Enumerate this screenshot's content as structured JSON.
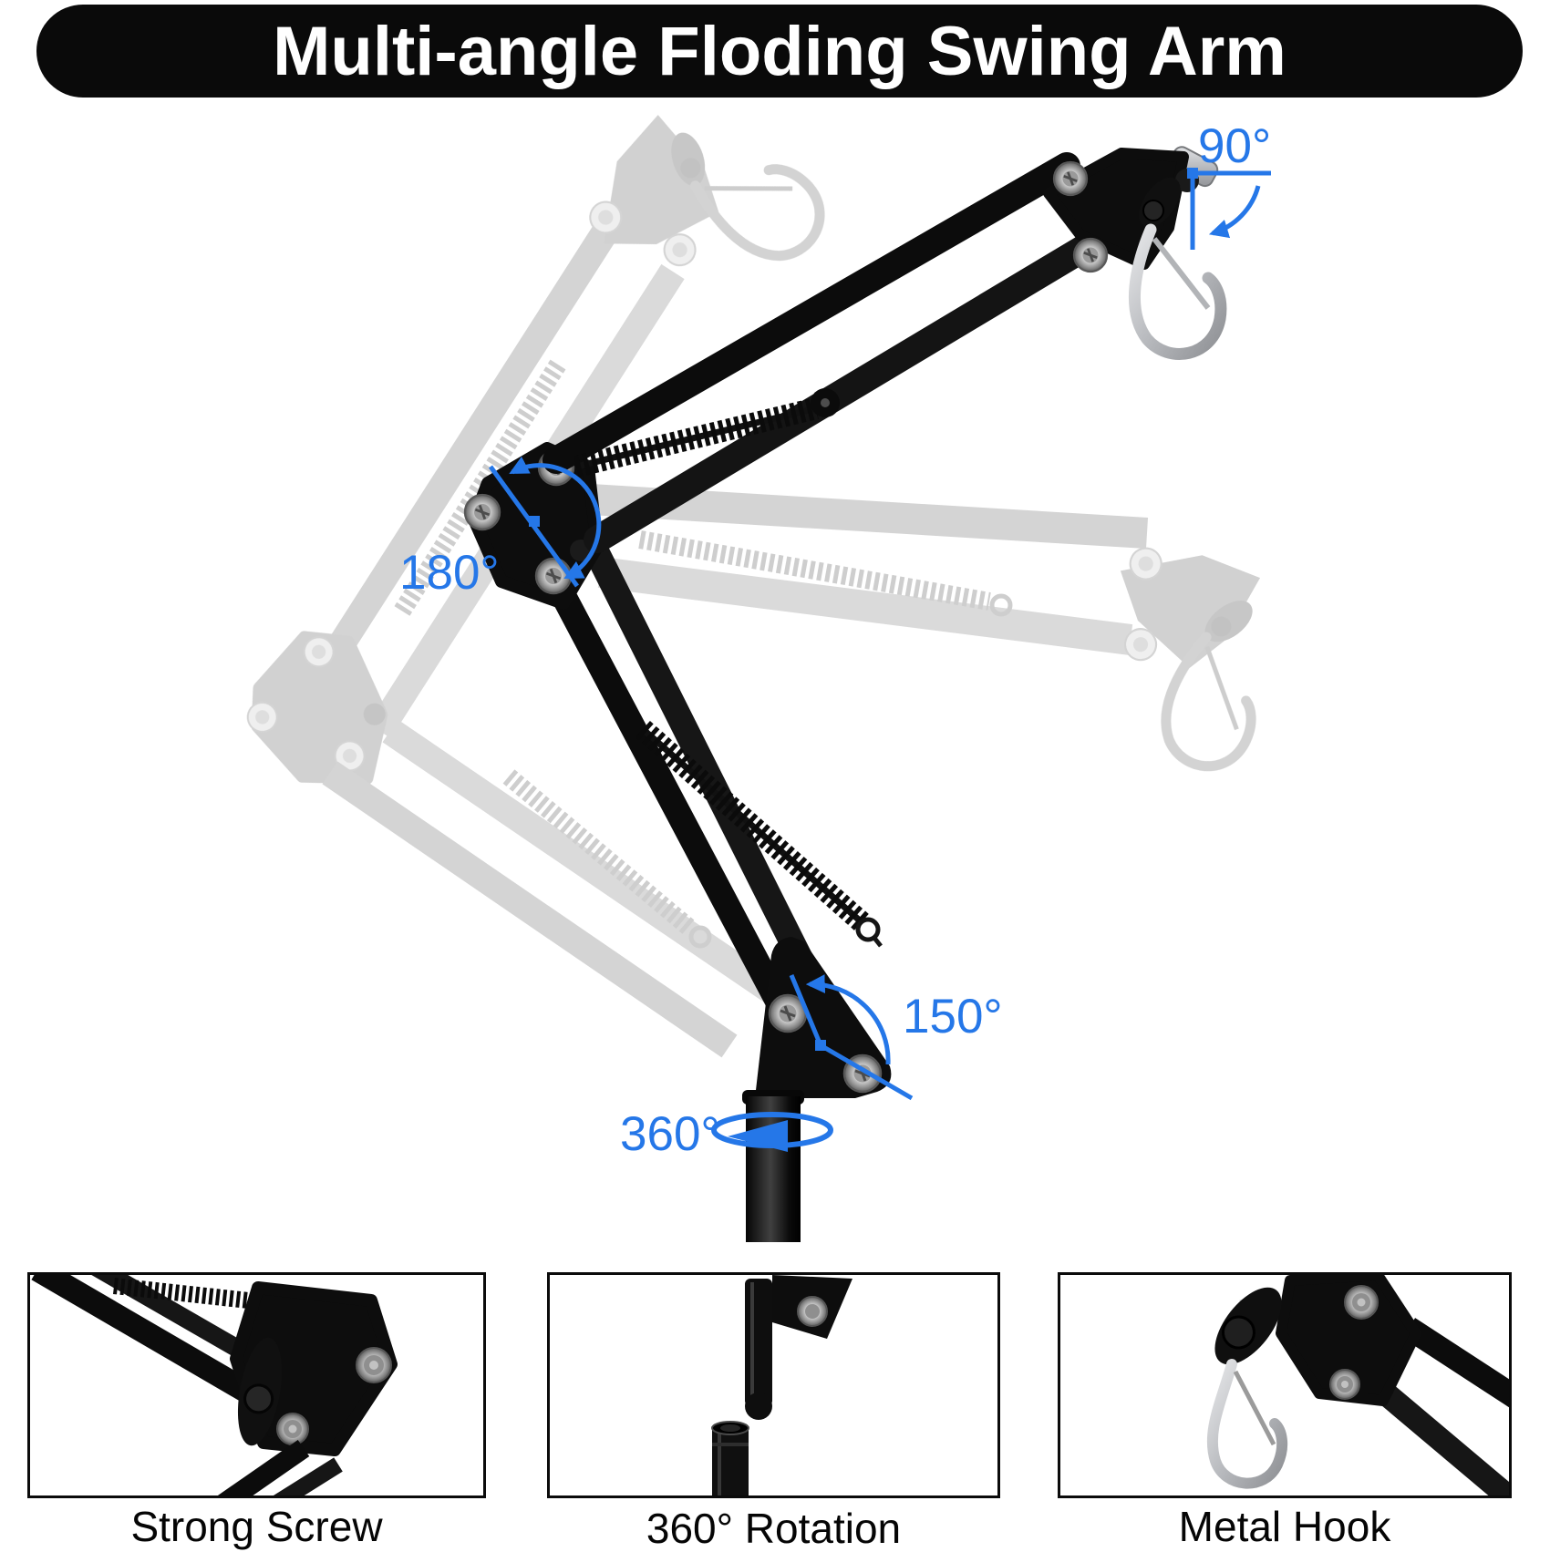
{
  "banner": {
    "title": "Multi-angle Floding Swing Arm"
  },
  "scene": {
    "description": "black scissor swing arm on pole with two faded ghost positions",
    "angle_labels": {
      "top": "90°",
      "middle": "180°",
      "lower": "150°",
      "base": "360°"
    }
  },
  "panels": {
    "items": [
      {
        "caption": "Strong Screw"
      },
      {
        "caption": "360° Rotation"
      },
      {
        "caption": "Metal Hook"
      }
    ]
  },
  "colors": {
    "annotation_blue": "#2577e8",
    "arm_black": "#0c0c0c",
    "ghost_gray": "#b9b9b9",
    "metal_silver": "#c3c5c8",
    "banner_black": "#0a0a0a"
  }
}
